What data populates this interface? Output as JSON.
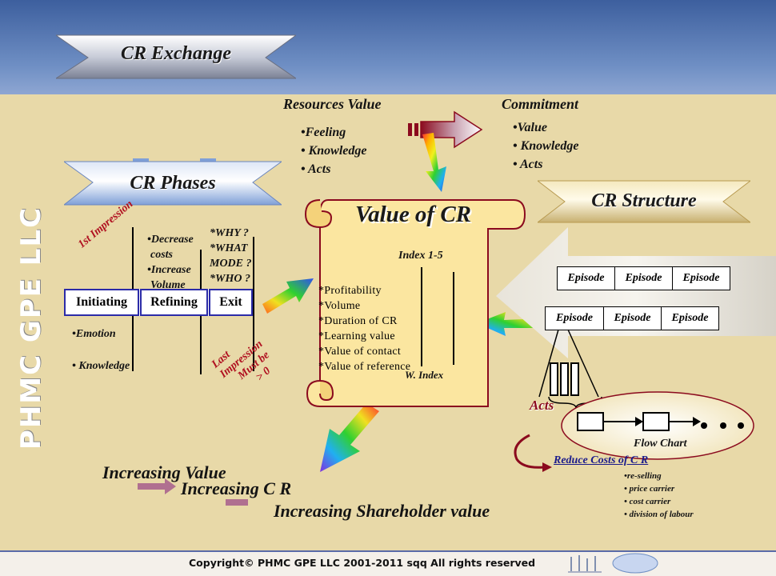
{
  "banners": {
    "exchange": "CR Exchange",
    "phases": "CR Phases",
    "structure": "CR Structure"
  },
  "vertical_logo": "PHMC GPE LLC",
  "resources": {
    "title": "Resources Value",
    "items": [
      "•Feeling",
      "• Knowledge",
      "• Acts"
    ]
  },
  "commitment": {
    "title": "Commitment",
    "items": [
      "•Value",
      "• Knowledge",
      "• Acts"
    ]
  },
  "value_scroll": {
    "title": "Value of CR",
    "index": "Index 1-5",
    "items": [
      "*Profitability",
      "*Volume",
      "*Duration of CR",
      "*Learning value",
      "*Value of contact",
      "*Value of reference"
    ],
    "w_index": "W. Index"
  },
  "phases": {
    "first_impression": "1st Impression",
    "refining_notes": [
      "•Decrease",
      "costs",
      "•Increase",
      "Volume"
    ],
    "exit_notes": [
      "*WHY ?",
      "*WHAT",
      "MODE ?",
      "*WHO ?"
    ],
    "boxes": [
      "Initiating",
      "Refining",
      "Exit"
    ],
    "emotion": "•Emotion",
    "knowledge": "• Knowledge",
    "last_impression": [
      "Last",
      "Impression",
      "Must be",
      "> 0"
    ]
  },
  "structure": {
    "row1": [
      "Episode",
      "Episode",
      "Episode"
    ],
    "row2": [
      "Episode",
      "Episode",
      "Episode"
    ],
    "acts": "Acts",
    "flow_chart": "Flow Chart"
  },
  "reduce_costs": {
    "title": "Reduce Costs of C R",
    "items": [
      "•re-selling",
      "• price carrier",
      "• cost carrier",
      "• division of labour"
    ]
  },
  "increasing": [
    "Increasing Value",
    "Increasing C R",
    "Increasing Shareholder value"
  ],
  "footer": {
    "copyright": "Copyright© PHMC GPE LLC 2001-2011 sqq  All rights reserved"
  },
  "colors": {
    "background": "#E8D9A8",
    "top_band": "#4F6FAE",
    "scroll_fill": "#FBE6A0",
    "scroll_border": "#8B0A1E",
    "phase_box_border": "#2B2BA8",
    "logo_white": "#FFFFFF"
  },
  "icons": [
    "rainbow-arrow-icon",
    "red-arrow-icon",
    "silver-arrow-icon",
    "curved-arrow-icon",
    "logo-icon"
  ]
}
